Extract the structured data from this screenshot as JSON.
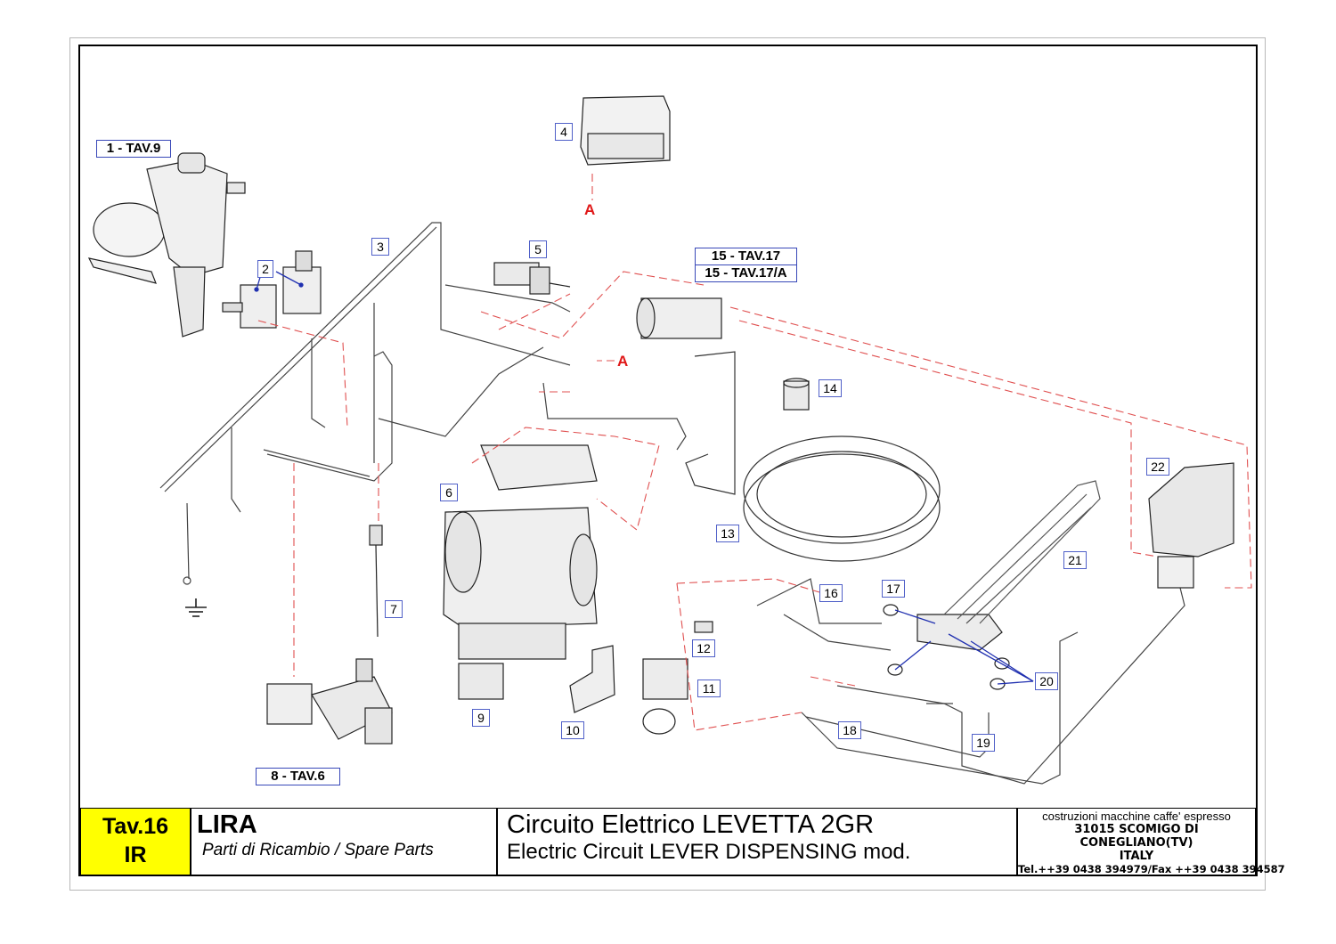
{
  "callouts": {
    "c1": "1 - TAV.9",
    "c2": "2",
    "c3": "3",
    "c4": "4",
    "c5": "5",
    "c6": "6",
    "c7": "7",
    "c8": "8 - TAV.6",
    "c9": "9",
    "c10": "10",
    "c11": "11",
    "c12": "12",
    "c13": "13",
    "c14": "14",
    "c15a": "15 - TAV.17",
    "c15b": "15 - TAV.17/A",
    "c16": "16",
    "c17": "17",
    "c18": "18",
    "c19": "19",
    "c20": "20",
    "c21": "21",
    "c22": "22"
  },
  "references": {
    "a1": "A",
    "a2": "A"
  },
  "title_block": {
    "table": "Tav.16",
    "table_sub": "IR",
    "model": "LIRA",
    "subtitle": "Parti di Ricambio / Spare Parts",
    "title_it": "Circuito Elettrico LEVETTA 2GR",
    "title_en": "Electric Circuit LEVER DISPENSING mod.",
    "maker_line1": "costruzioni macchine caffe' espresso",
    "maker_line2": "31015 SCOMIGO DI CONEGLIANO(TV)",
    "maker_line3": "ITALY",
    "maker_line4": "Tel.++39 0438 394979/Fax ++39 0438 394587"
  },
  "colors": {
    "callout_border": "#5060c8",
    "reference_red": "#e01818",
    "dashed_leader": "#e05050",
    "title_highlight": "#ffff00"
  },
  "icons": [
    "ground-symbol-icon"
  ]
}
